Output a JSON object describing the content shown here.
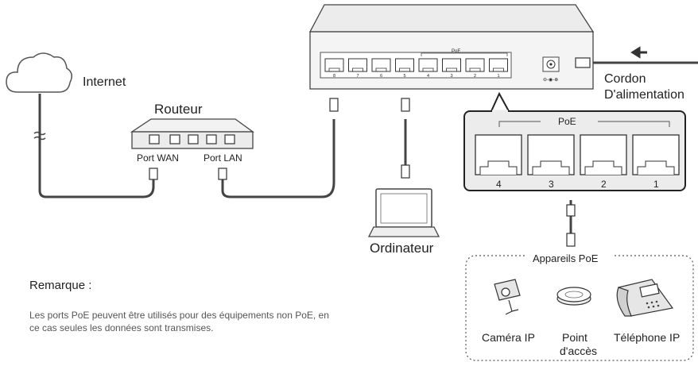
{
  "internet_label": "Internet",
  "router": {
    "title": "Routeur",
    "wan_label": "Port WAN",
    "lan_label": "Port LAN"
  },
  "switch": {
    "poe_header": "PoE",
    "port_numbers": [
      "8",
      "7",
      "6",
      "5",
      "4",
      "3",
      "2",
      "1"
    ],
    "power_symbol": "⊖-◉-⊕"
  },
  "power_cord": {
    "line1": "Cordon",
    "line2": "D'alimentation"
  },
  "zoom": {
    "poe_header": "PoE",
    "port_numbers": [
      "4",
      "3",
      "2",
      "1"
    ]
  },
  "computer_label": "Ordinateur",
  "poe_devices": {
    "title": "Appareils PoE",
    "camera": "Caméra IP",
    "ap_line1": "Point",
    "ap_line2": "d'accès",
    "phone": "Téléphone IP"
  },
  "note": {
    "title": "Remarque :",
    "body": "Les ports PoE peuvent être utilisés pour des équipements non PoE, en ce cas seules les données sont transmises."
  },
  "colors": {
    "device_fill": "#eeeeee",
    "line": "#333333",
    "text": "#222222",
    "note_text": "#555555"
  }
}
